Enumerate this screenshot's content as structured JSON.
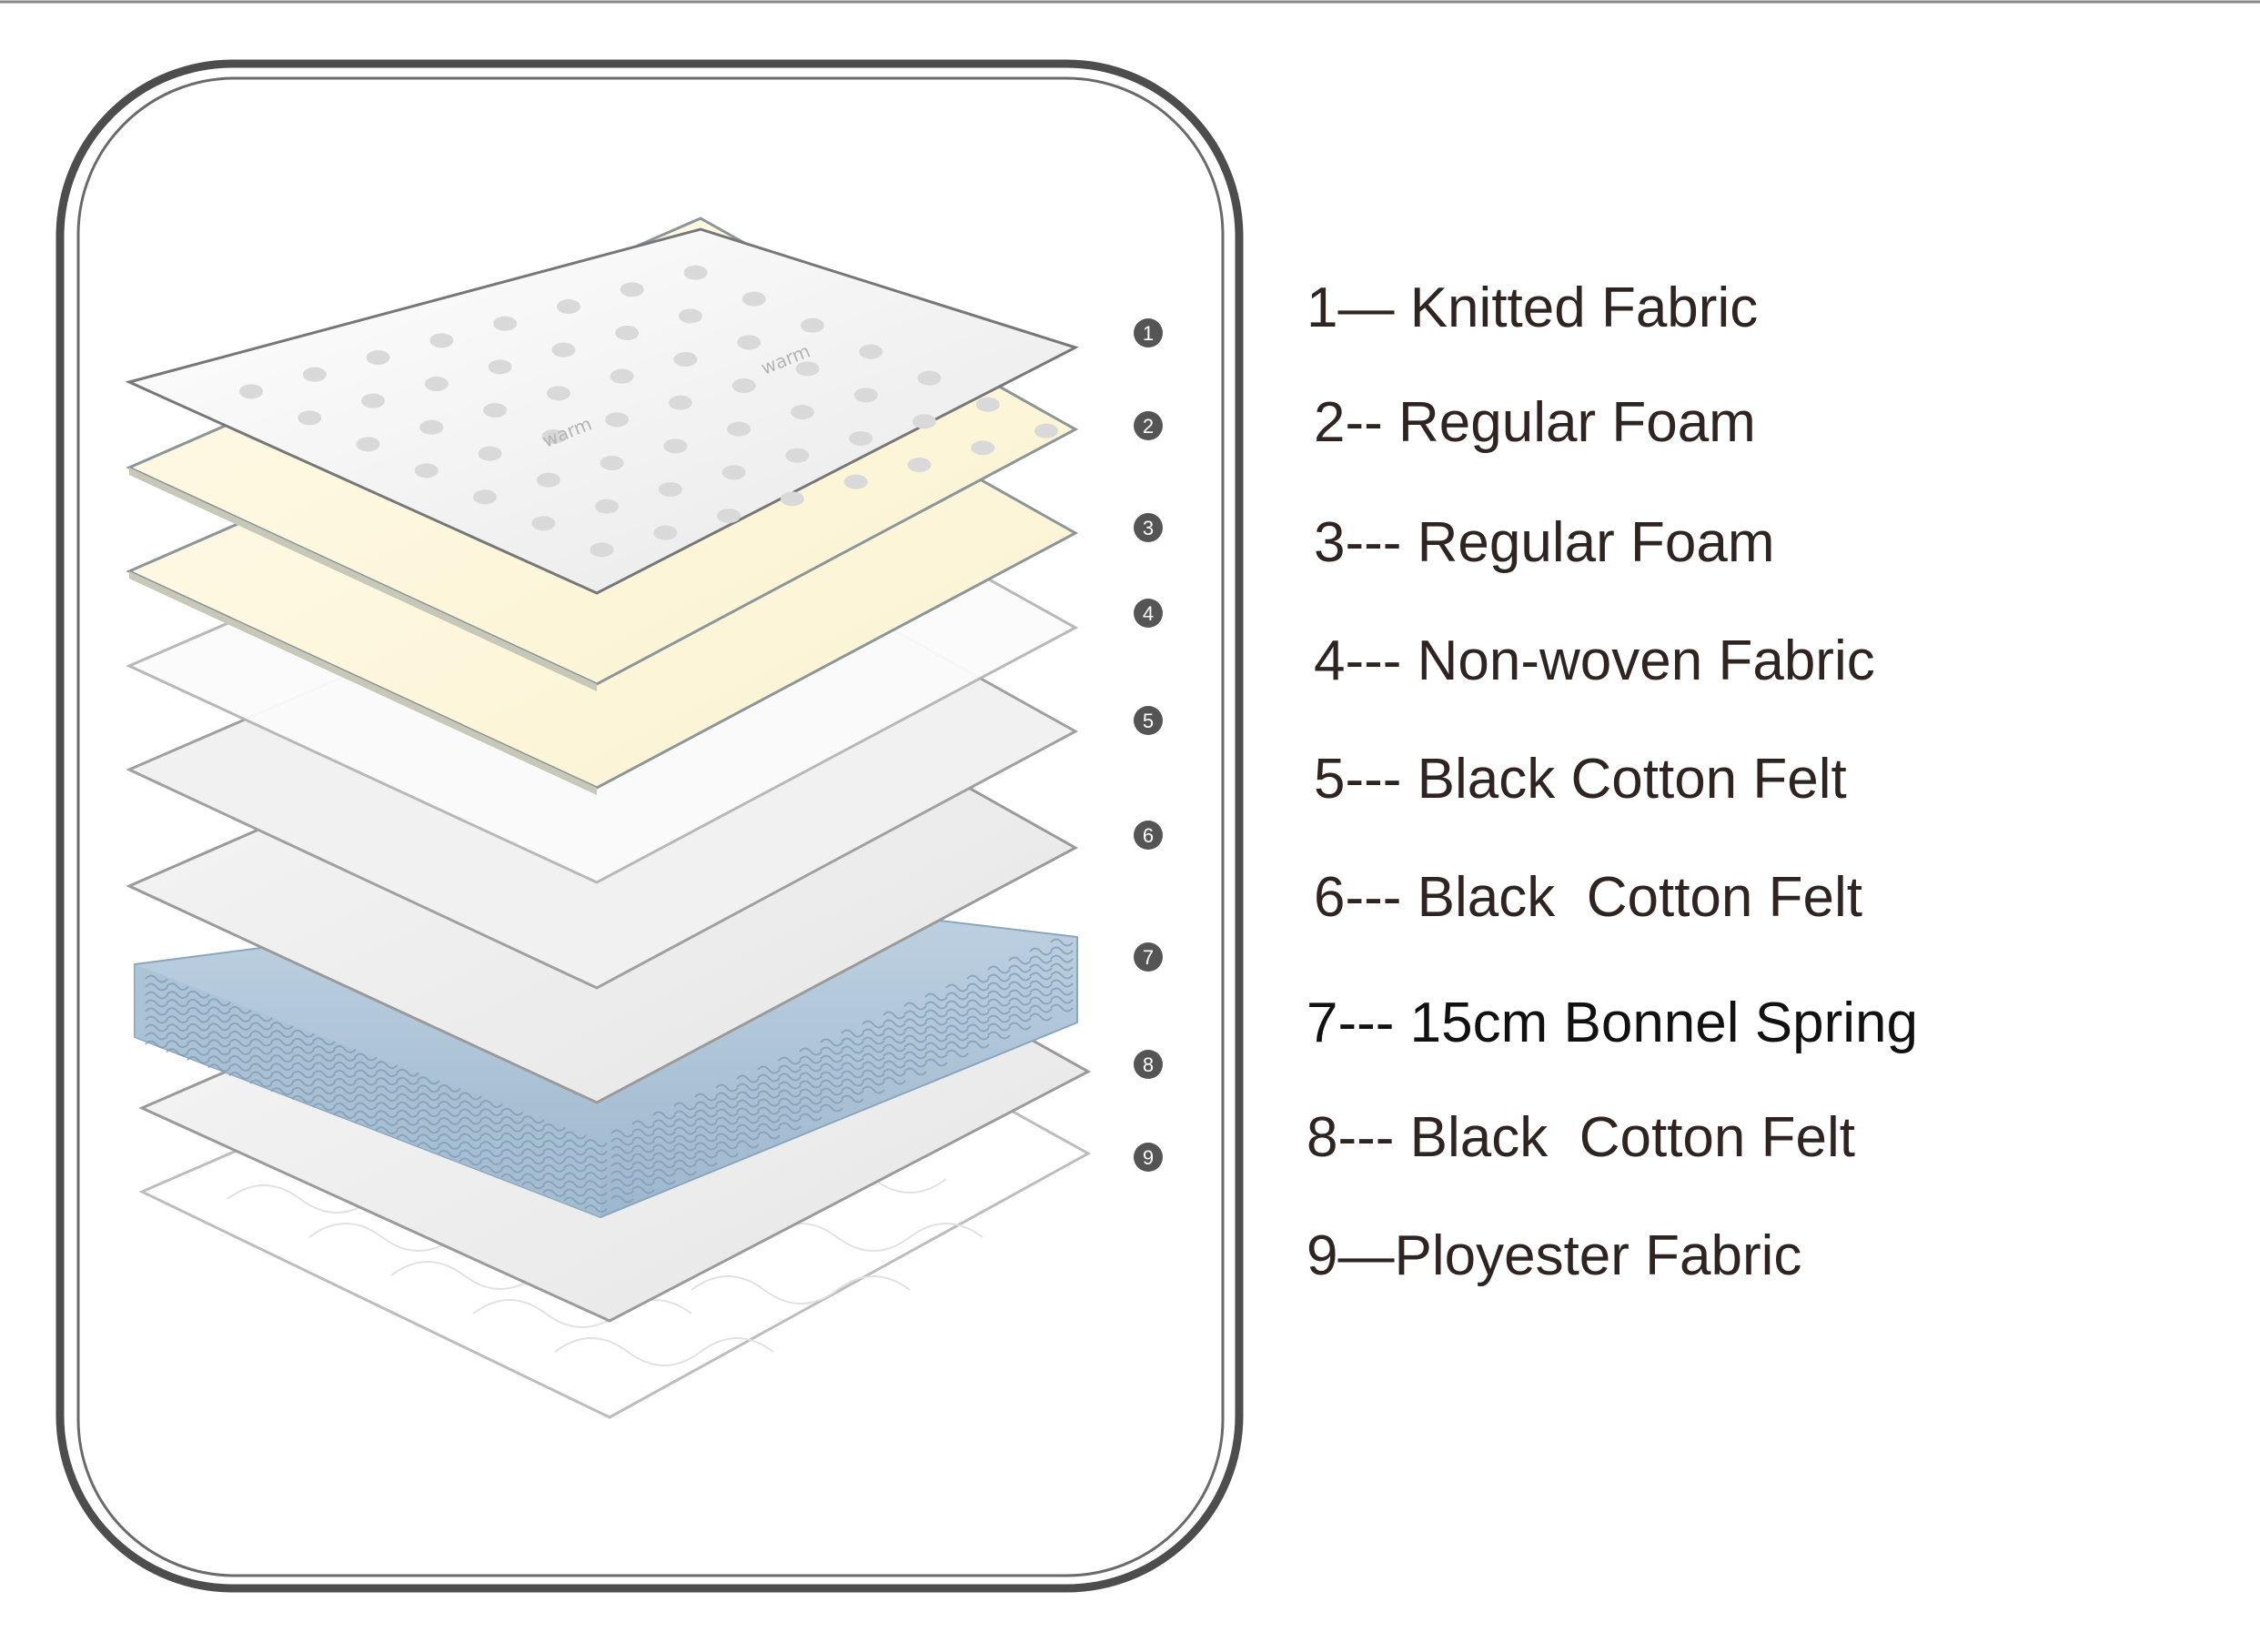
{
  "colors": {
    "frame": "#4d4d4d",
    "knit_fabric": "#f3f3f3",
    "foam": "#fdf7de",
    "felt": "#eeeeee",
    "nonwoven": "#fafafa",
    "spring": "#a9c2d6",
    "badge": "#555555",
    "legend_text": "#2e2523"
  },
  "markers": [
    "1",
    "2",
    "3",
    "4",
    "5",
    "6",
    "7",
    "8",
    "9"
  ],
  "knit_print_text": "warm",
  "legend": {
    "items": [
      "1— Knitted Fabric",
      "2-- Regular Foam",
      "3--- Regular Foam",
      "4--- Non-woven Fabric",
      "5--- Black Cotton Felt",
      "6--- Black  Cotton Felt",
      "7--- 15cm Bonnel Spring",
      "8--- Black  Cotton Felt",
      "9—Ployester Fabric"
    ]
  }
}
